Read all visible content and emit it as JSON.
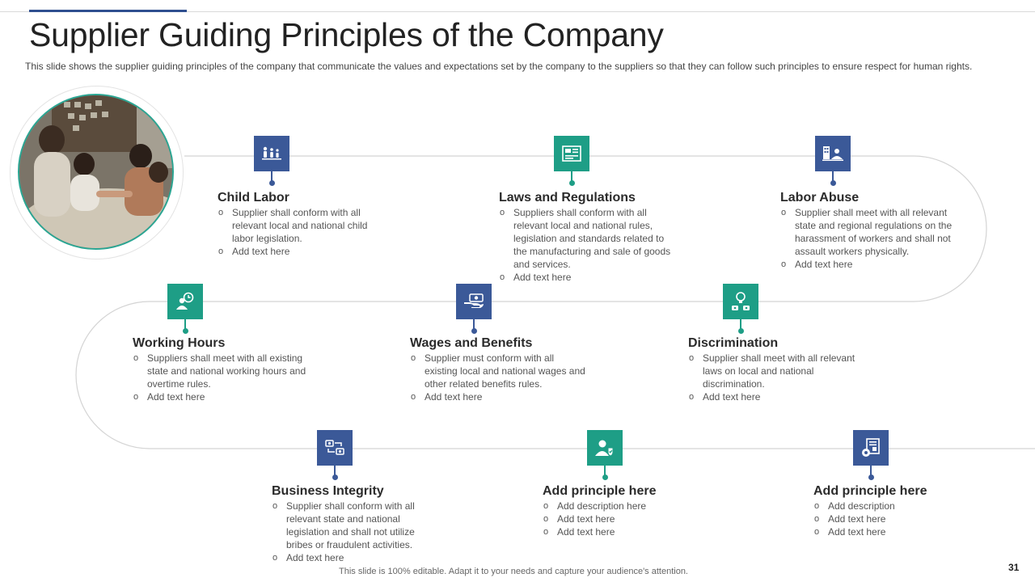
{
  "title": "Supplier Guiding Principles of the Company",
  "subtitle": "This slide shows the supplier guiding principles of the company that communicate the values and expectations set by the company to the suppliers so that they can follow such principles to ensure respect for human rights.",
  "principles": [
    {
      "title": "Child Labor",
      "icon": "children-family-icon",
      "color": "#3b5998",
      "bullets": [
        "Supplier shall conform with all relevant  local and national child labor legislation.",
        "Add text here"
      ]
    },
    {
      "title": "Laws and Regulations",
      "icon": "law-document-icon",
      "color": "#1e9e86",
      "bullets": [
        "Suppliers shall conform with all relevant  local and national rules, legislation and standards related to the manufacturing and sale of goods and services.",
        "Add text here"
      ]
    },
    {
      "title": "Labor Abuse",
      "icon": "worker-building-icon",
      "color": "#3b5998",
      "bullets": [
        "Supplier shall meet with all relevant  state and regional regulations on the harassment of workers and shall not assault workers physically.",
        "Add text here"
      ]
    },
    {
      "title": "Working Hours",
      "icon": "worker-clock-icon",
      "color": "#1e9e86",
      "bullets": [
        "Suppliers shall meet with all existing state and national working hours and overtime  rules.",
        "Add text here"
      ]
    },
    {
      "title": "Wages and Benefits",
      "icon": "hand-money-icon",
      "color": "#3b5998",
      "bullets": [
        "Supplier must conform with all existing local and national wages and other related  benefits rules.",
        "Add text here"
      ]
    },
    {
      "title": "Discrimination",
      "icon": "idea-people-icon",
      "color": "#1e9e86",
      "bullets": [
        "Supplier shall meet with all relevant  laws on local and national discrimination.",
        "Add text here"
      ]
    },
    {
      "title": "Business Integrity",
      "icon": "business-exchange-icon",
      "color": "#3b5998",
      "bullets": [
        "Supplier shall conform with all relevant  state and national legislation and shall not utilize bribes or fraudulent  activities.",
        "Add text here"
      ]
    },
    {
      "title": "Add principle here",
      "icon": "user-shield-icon",
      "color": "#1e9e86",
      "bullets": [
        "Add description here",
        "Add text here",
        "Add text here"
      ]
    },
    {
      "title": "Add principle here",
      "icon": "document-gear-icon",
      "color": "#3b5998",
      "bullets": [
        "Add description",
        "Add text here",
        "Add text here"
      ]
    }
  ],
  "footer": "This slide is 100% editable. Adapt it to your needs and capture your audience's attention.",
  "page_number": "31"
}
